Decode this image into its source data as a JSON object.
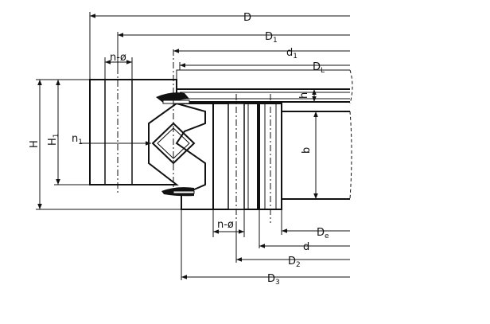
{
  "diagram": {
    "dimensions": [
      {
        "key": "D",
        "main": "D",
        "sub": ""
      },
      {
        "key": "D1",
        "main": "D",
        "sub": "1"
      },
      {
        "key": "d1",
        "main": "d",
        "sub": "1"
      },
      {
        "key": "DL",
        "main": "D",
        "sub": "L"
      },
      {
        "key": "h",
        "main": "h",
        "sub": ""
      },
      {
        "key": "b",
        "main": "b",
        "sub": ""
      },
      {
        "key": "H",
        "main": "H",
        "sub": ""
      },
      {
        "key": "H1",
        "main": "H",
        "sub": "1"
      },
      {
        "key": "n1",
        "main": "n",
        "sub": "1"
      },
      {
        "key": "De",
        "main": "D",
        "sub": "e"
      },
      {
        "key": "d",
        "main": "d",
        "sub": ""
      },
      {
        "key": "D2",
        "main": "D",
        "sub": "2"
      },
      {
        "key": "D3",
        "main": "D",
        "sub": "3"
      }
    ],
    "holes": {
      "top": "n-ø",
      "bottom": "n-ø"
    }
  }
}
